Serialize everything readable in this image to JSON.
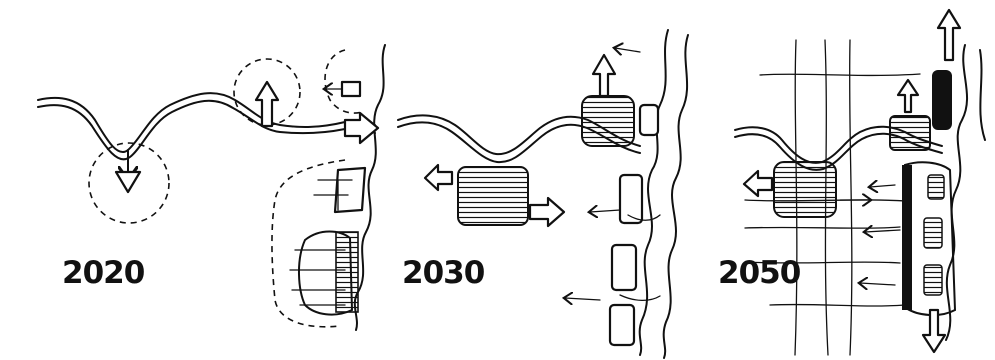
{
  "panels": [
    {
      "year": "2020"
    },
    {
      "year": "2030"
    },
    {
      "year": "2050"
    }
  ]
}
